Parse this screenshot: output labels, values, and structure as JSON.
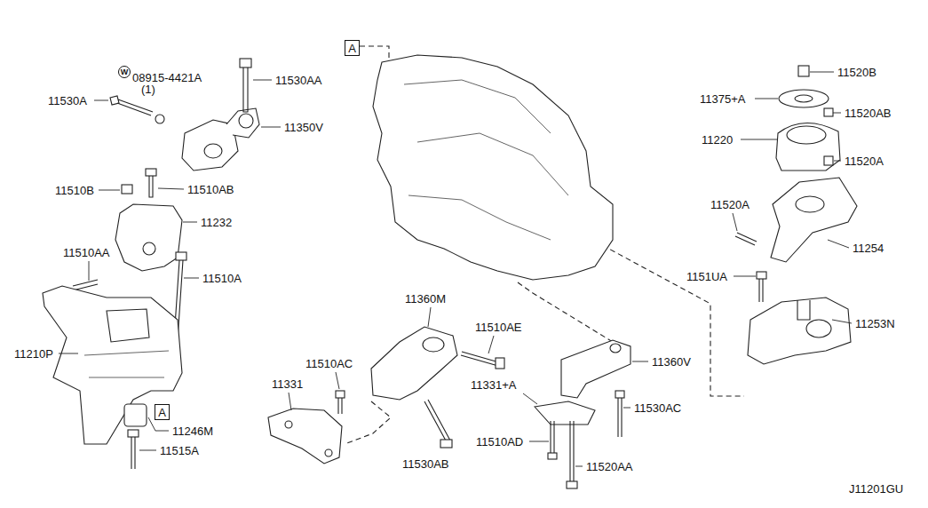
{
  "diagram": {
    "nodes": [
      {
        "text": [
          "A"
        ]
      },
      {
        "text": [
          "W"
        ]
      },
      {
        "text": [
          "A"
        ]
      }
    ],
    "labels": [
      "08915-4421A",
      "(1)",
      "11530AA",
      "11530A",
      "11350V",
      "11510B",
      "11510AB",
      "11232",
      "11510AA",
      "11510A",
      "11210P",
      "11246M",
      "11515A",
      "11360M",
      "11510AE",
      "11510AC",
      "11331",
      "11530AB",
      "11360V",
      "11331+A",
      "11530AC",
      "11510AD",
      "11520AA",
      "11520B",
      "11375+A",
      "11520AB",
      "11220",
      "11520A",
      "11520A",
      "11254",
      "1151UA",
      "11253N",
      "J11201GU"
    ]
  }
}
